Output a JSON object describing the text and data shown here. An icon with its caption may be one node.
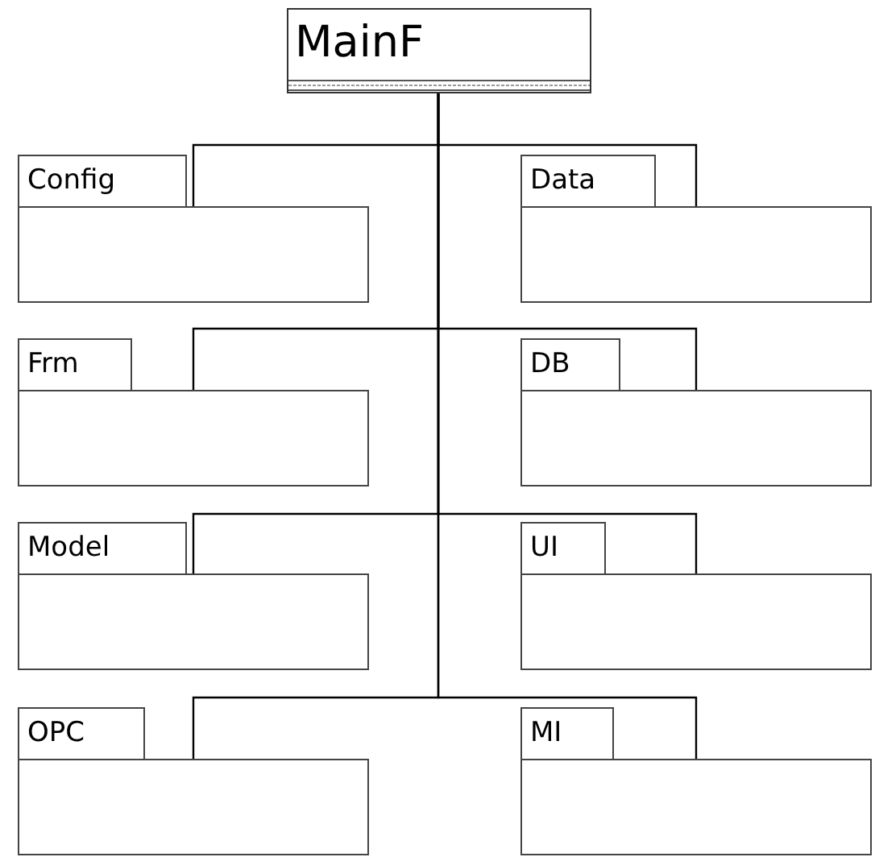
{
  "diagram": {
    "nodes": [
      {
        "text": [
          "MainF"
        ]
      },
      {
        "text": [
          "Config"
        ]
      },
      {
        "text": [
          "Data"
        ]
      },
      {
        "text": [
          "Frm"
        ]
      },
      {
        "text": [
          "DB"
        ]
      },
      {
        "text": [
          "Model"
        ]
      },
      {
        "text": [
          "UI"
        ]
      },
      {
        "text": [
          "OPC"
        ]
      },
      {
        "text": [
          "MI"
        ]
      }
    ],
    "edges": [
      {
        "from": 0,
        "to": 1,
        "arrow": "none"
      },
      {
        "from": 0,
        "to": 2,
        "arrow": "none"
      },
      {
        "from": 0,
        "to": 3,
        "arrow": "none"
      },
      {
        "from": 0,
        "to": 4,
        "arrow": "none"
      },
      {
        "from": 0,
        "to": 5,
        "arrow": "none"
      },
      {
        "from": 0,
        "to": 6,
        "arrow": "none"
      },
      {
        "from": 0,
        "to": 7,
        "arrow": "none"
      },
      {
        "from": 0,
        "to": 8,
        "arrow": "none"
      }
    ]
  }
}
